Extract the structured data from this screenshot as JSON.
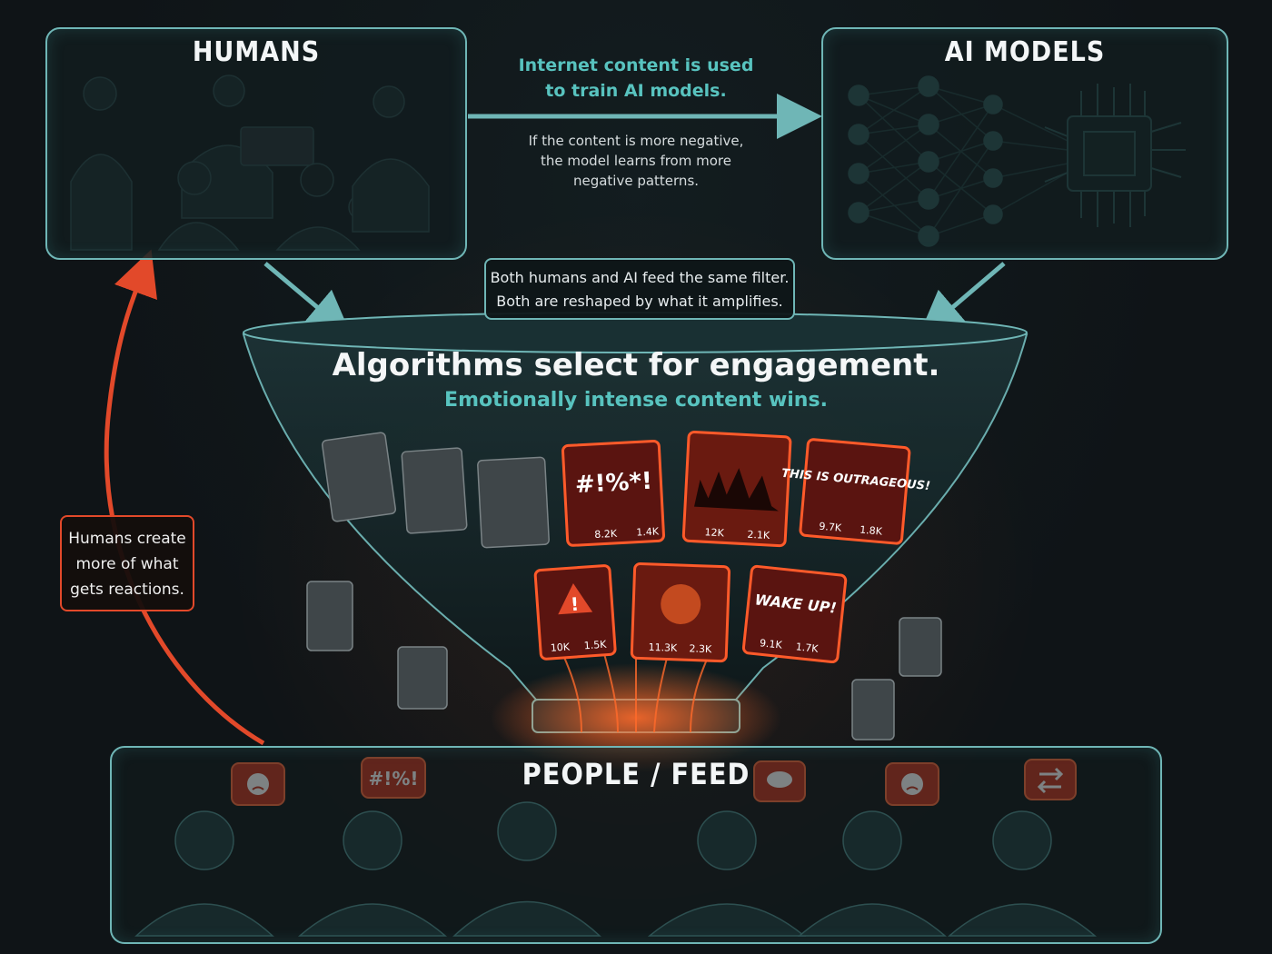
{
  "humans": {
    "title": "HUMANS"
  },
  "ai_models": {
    "title": "AI MODELS"
  },
  "arrow_caption": {
    "line1": "Internet content is used",
    "line2": "to train AI models."
  },
  "negative_note": {
    "line1": "If the content is more negative,",
    "line2": "the model learns from more",
    "line3": "negative patterns."
  },
  "filter_note": {
    "line1": "Both humans and AI feed the same filter.",
    "line2": "Both are reshaped by what it amplifies."
  },
  "funnel": {
    "title": "Algorithms select for engagement.",
    "subtitle": "Emotionally intense content wins."
  },
  "loop_note": {
    "line1": "Humans create",
    "line2": "more of what",
    "line3": "gets reactions."
  },
  "feed": {
    "title": "PEOPLE / FEED"
  },
  "hot_cards": [
    {
      "text": "#!%*!",
      "likes": "8.2K",
      "comments": "1.4K"
    },
    {
      "text": "",
      "likes": "12K",
      "comments": "2.1K"
    },
    {
      "text": "THIS IS OUTRAGEOUS!",
      "likes": "9.7K",
      "comments": "1.8K"
    },
    {
      "text": "!",
      "likes": "10K",
      "comments": "1.5K"
    },
    {
      "text": "",
      "likes": "11.3K",
      "comments": "2.3K"
    },
    {
      "text": "WAKE UP!",
      "likes": "9.1K",
      "comments": "1.7K"
    }
  ],
  "reaction_bubbles": [
    "angry-face-icon",
    "#!%!",
    "speech-bubble-icon",
    "angry-face-icon",
    "repost-icon"
  ],
  "colors": {
    "teal": "#58c3bf",
    "panel_border": "#6fb6b6",
    "hot": "#e2492a",
    "background": "#0f1417"
  }
}
